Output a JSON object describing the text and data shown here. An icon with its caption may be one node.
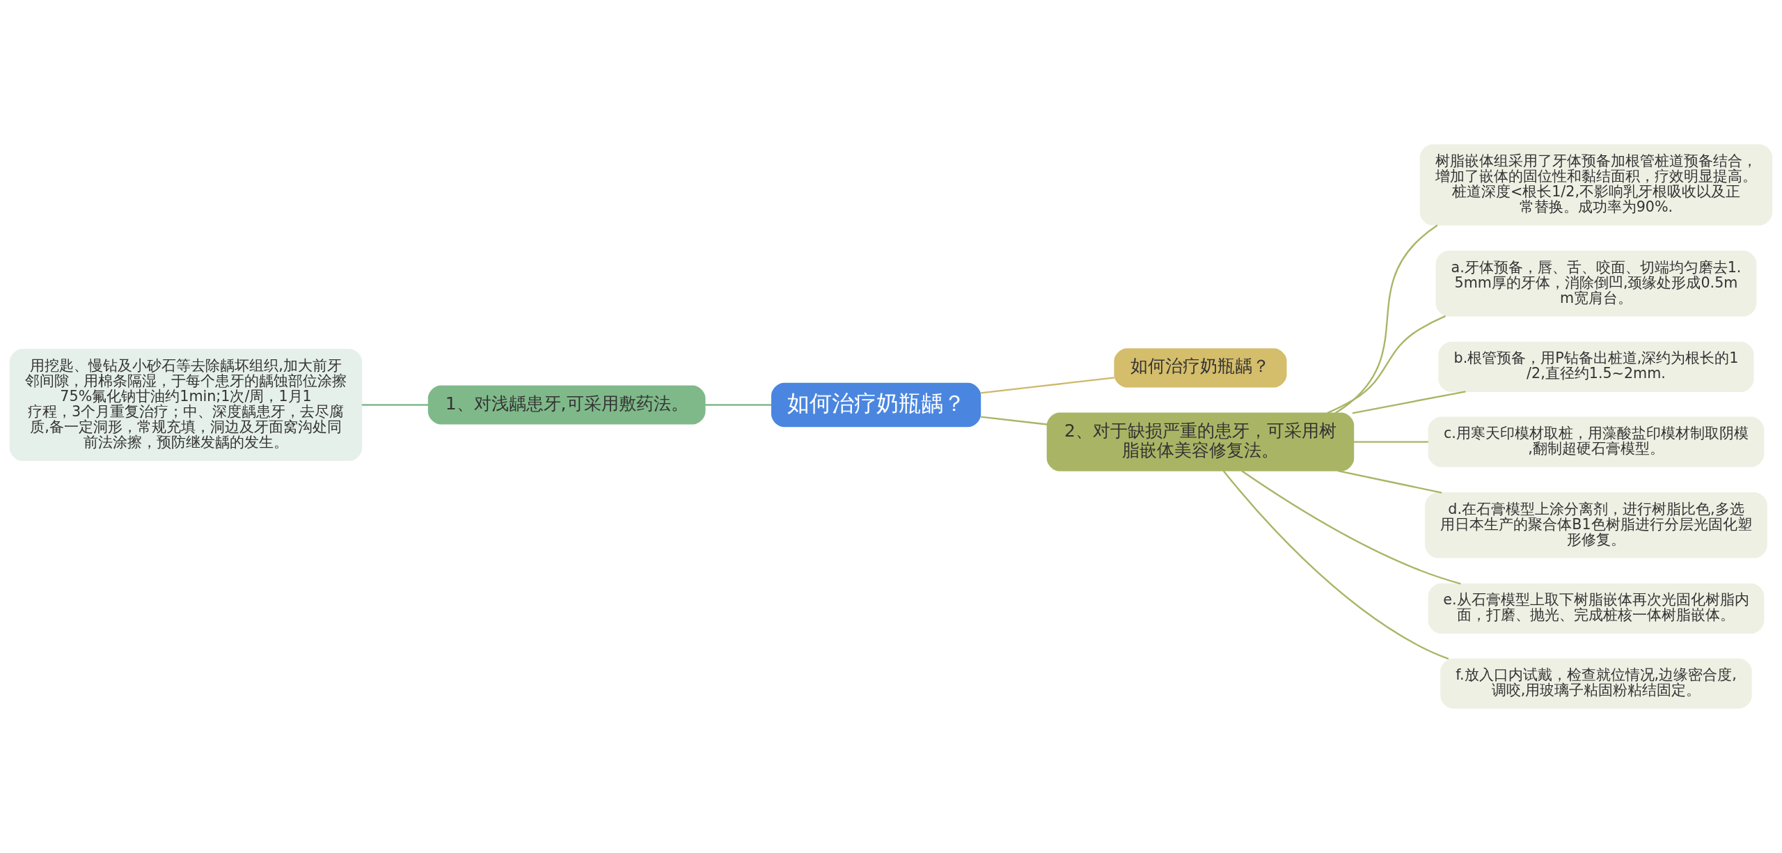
{
  "diagram": {
    "nodes": [
      {
        "text": [
          "如何治疗奶瓶龋？"
        ]
      },
      {
        "text": [
          "如何治疗奶瓶龋？"
        ]
      },
      {
        "text": [
          "1、对浅龋患牙,可采用敷药法。"
        ]
      },
      {
        "text": [
          "用挖匙、慢钻及小砂石等去除龋坏组织,加大前牙邻间隙，用棉条隔湿，于每个患牙的龋蚀部位涂擦75%氟化钠甘油约1min;1次/周，1月1疗程，3个月重复治疗；中、深度龋患牙，去尽腐质,备一定洞形，常规充填，洞边及牙面窝沟处同前法涂擦，预防继发龋的发生。"
        ]
      },
      {
        "text": [
          "2、对于缺损严重的患牙，可采用树脂嵌体美容修复法。"
        ]
      },
      {
        "text": [
          "树脂嵌体组采用了牙体预备加根管桩道预备结合，增加了嵌体的固位性和黏结面积，疗效明显提高。桩道深度<根长1/2,不影响乳牙根吸收以及正常替换。成功率为90%."
        ]
      },
      {
        "text": [
          "a.牙体预备，唇、舌、咬面、切端均匀磨去1.5mm厚的牙体，消除倒凹,颈缘处形成0.5mm宽肩台。"
        ]
      },
      {
        "text": [
          "b.根管预备，用P钻备出桩道,深约为根长的1/2,直径约1.5~2mm."
        ]
      },
      {
        "text": [
          "c.用寒天印模材取桩，用藻酸盐印模材制取阴模,翻制超硬石膏模型。"
        ]
      },
      {
        "text": [
          "d.在石膏模型上涂分离剂，进行树脂比色,多选用日本生产的聚合体B1色树脂进行分层光固化塑形修复。"
        ]
      },
      {
        "text": [
          "e.从石膏模型上取下树脂嵌体再次光固化树脂内面，打磨、抛光、完成桩核一体树脂嵌体。"
        ]
      },
      {
        "text": [
          "f.放入口内试戴，检查就位情况,边缘密合度,调咬,用玻璃子粘固粉粘结固定。"
        ]
      }
    ],
    "edges": [
      {
        "from": 0,
        "to": 1,
        "arrow": "none",
        "color": "#cdb96a"
      },
      {
        "from": 0,
        "to": 2,
        "arrow": "none",
        "color": "#7fb98a"
      },
      {
        "from": 2,
        "to": 3,
        "arrow": "none",
        "color": "#7fb98a"
      },
      {
        "from": 0,
        "to": 4,
        "arrow": "none"
      },
      {
        "from": 4,
        "to": 5,
        "arrow": "none"
      },
      {
        "from": 4,
        "to": 6,
        "arrow": "none"
      },
      {
        "from": 4,
        "to": 7,
        "arrow": "none"
      },
      {
        "from": 4,
        "to": 8,
        "arrow": "none"
      },
      {
        "from": 4,
        "to": 9,
        "arrow": "none"
      },
      {
        "from": 4,
        "to": 10,
        "arrow": "none"
      },
      {
        "from": 4,
        "to": 11,
        "arrow": "none"
      }
    ]
  }
}
